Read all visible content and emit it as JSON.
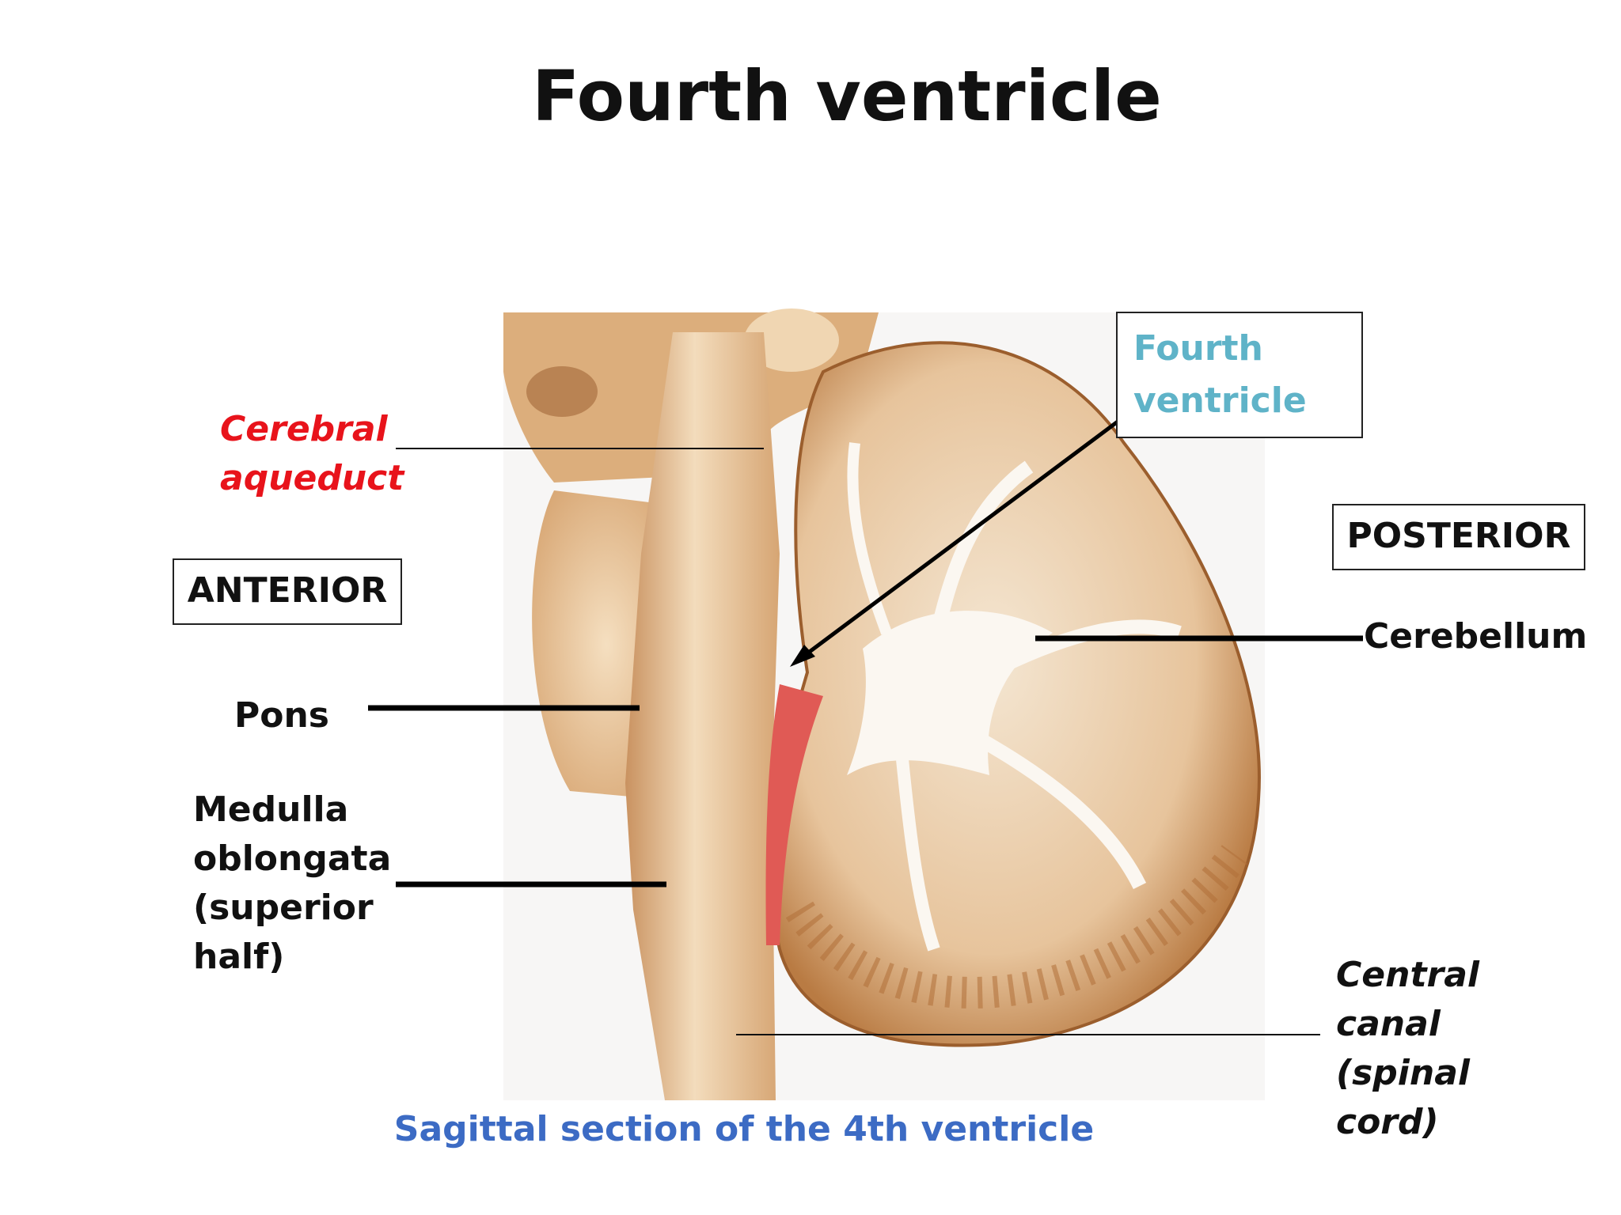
{
  "title": "Fourth ventricle",
  "caption": "Sagittal section of the 4th ventricle",
  "labels": {
    "cerebral_aqueduct": [
      "Cerebral",
      "aqueduct"
    ],
    "anterior": "ANTERIOR",
    "posterior": "POSTERIOR",
    "fourth_ventricle": [
      "Fourth",
      "ventricle"
    ],
    "cerebellum": "Cerebellum",
    "pons": "Pons",
    "medulla": [
      "Medulla",
      "oblongata",
      "(superior",
      "half)"
    ],
    "central_canal": [
      "Central",
      "canal",
      "(spinal",
      "cord)"
    ]
  },
  "colors": {
    "title": "#111111",
    "cerebral_aqueduct": "#e8131b",
    "fourth_ventricle": "#5fb3c8",
    "caption": "#3c6bc4",
    "tissue_light": "#f1d7b4",
    "tissue_mid": "#d8a873",
    "tissue_dark": "#a86a37"
  }
}
